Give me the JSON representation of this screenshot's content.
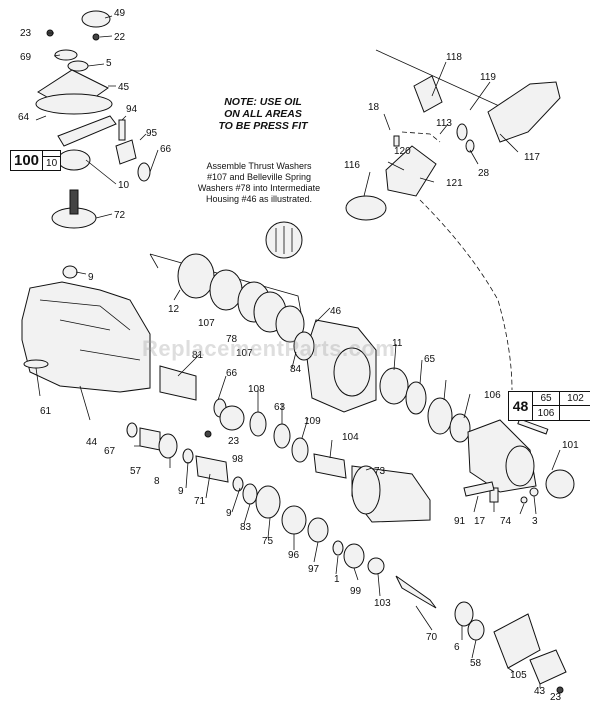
{
  "note": {
    "line1": "NOTE: USE OIL",
    "line2": "ON ALL AREAS",
    "line3": "TO BE PRESS FIT"
  },
  "instruction": {
    "line1": "Assemble Thrust Washers",
    "line2": "#107 and Belleville Spring",
    "line3": "Washers #78 into Intermediate",
    "line4": "Housing #46 as illustrated."
  },
  "kit_box_100": {
    "main": "100",
    "sub": "10"
  },
  "kit_box_48": {
    "main": "48",
    "r1": "65",
    "r2": "102",
    "r3": "106"
  },
  "watermark": "ReplacementParts.com",
  "part_labels": [
    "49",
    "22",
    "23",
    "69",
    "5",
    "45",
    "64",
    "94",
    "95",
    "66",
    "10",
    "72",
    "9",
    "12",
    "107",
    "78",
    "107",
    "46",
    "84",
    "81",
    "66",
    "108",
    "63",
    "23",
    "98",
    "109",
    "104",
    "57",
    "67",
    "8",
    "9",
    "71",
    "9",
    "83",
    "75",
    "96",
    "97",
    "1",
    "99",
    "103",
    "70",
    "6",
    "58",
    "105",
    "43",
    "23",
    "73",
    "91",
    "17",
    "74",
    "3",
    "101",
    "106",
    "102",
    "65",
    "11",
    "44",
    "61",
    "118",
    "119",
    "18",
    "113",
    "116",
    "120",
    "121",
    "28",
    "117"
  ]
}
